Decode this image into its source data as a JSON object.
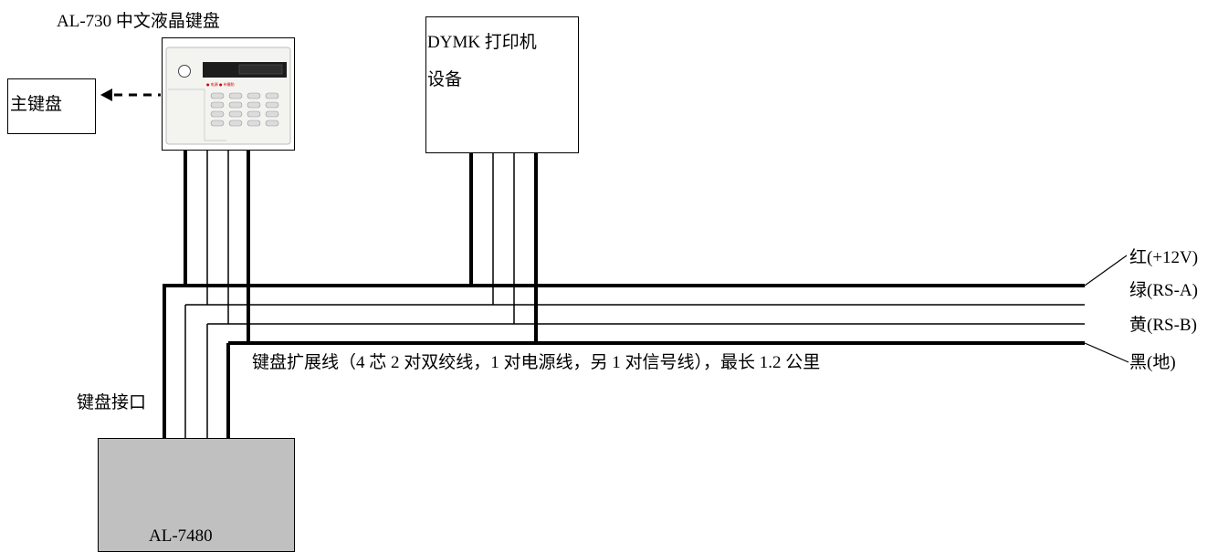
{
  "labels": {
    "keypad_title": "AL-730 中文液晶键盘",
    "main_keypad": "主键盘",
    "printer_line1": "DYMK  打印机",
    "printer_line2": "设备",
    "wire_red": "红(+12V)",
    "wire_green": "绿(RS-A)",
    "wire_yellow": "黄(RS-B)",
    "wire_black": "黑(地)",
    "cable_desc": "键盘扩展线（4 芯 2 对双绞线，1 对电源线，另 1 对信号线），最长 1.2 公里",
    "keypad_port": "键盘接口",
    "panel": "AL-7480"
  }
}
